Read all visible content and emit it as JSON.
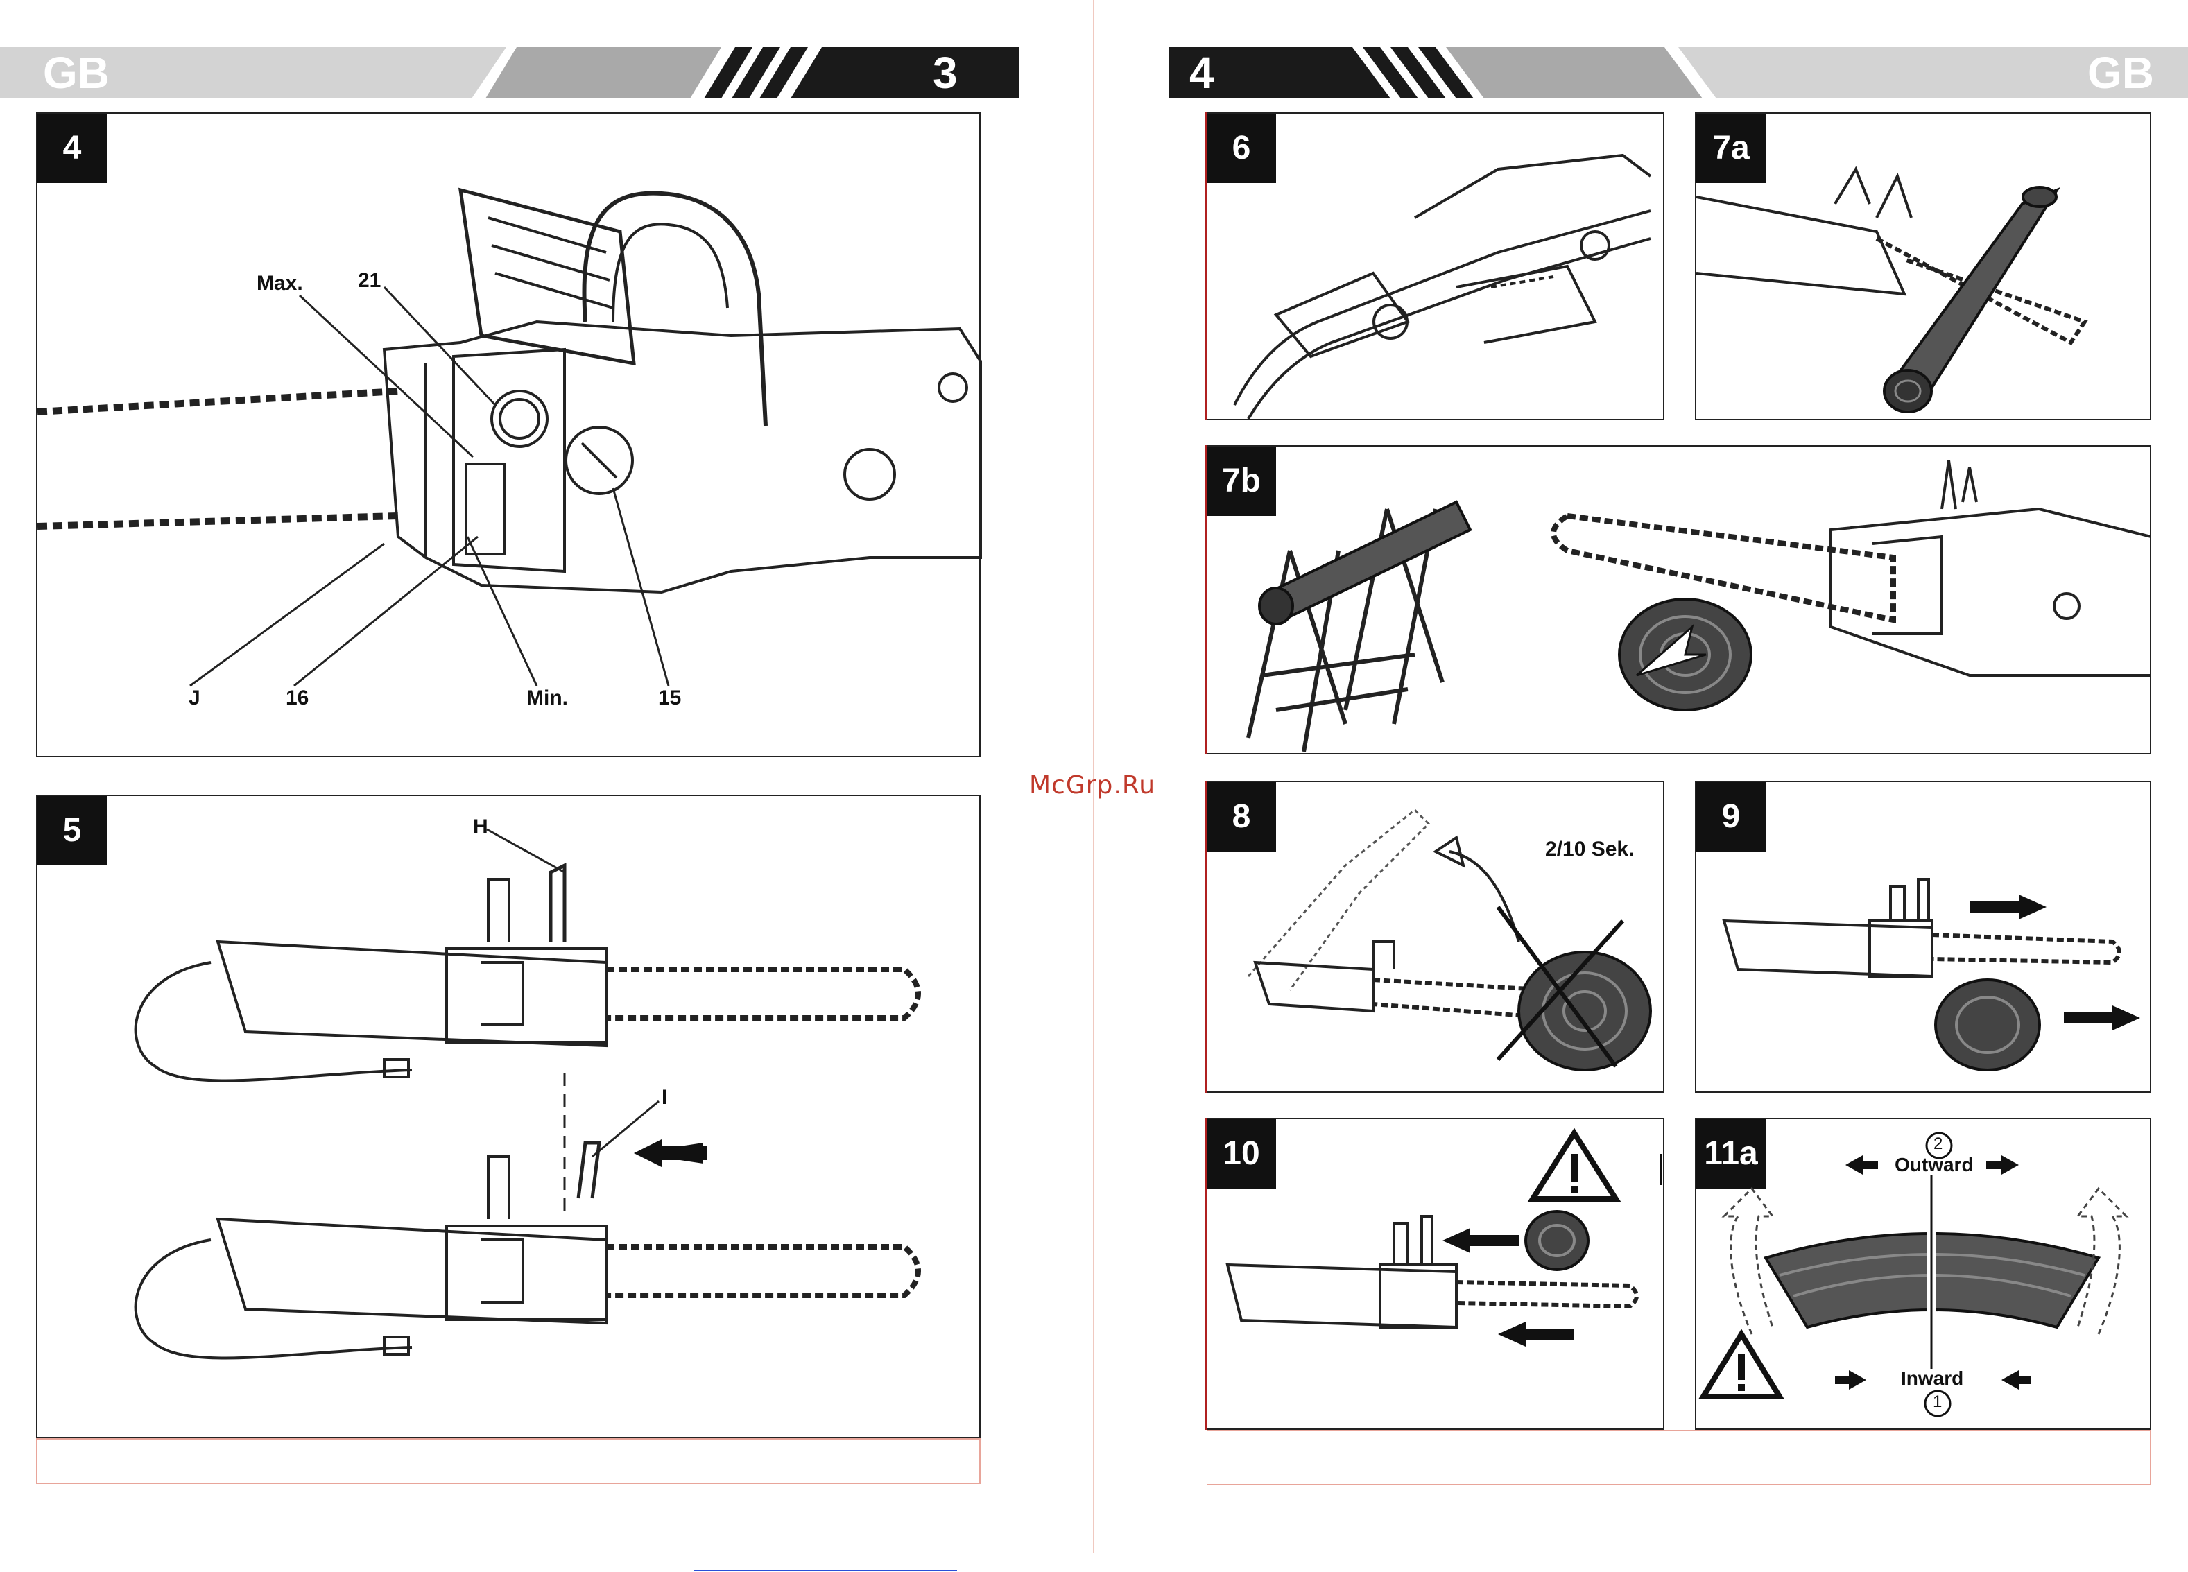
{
  "header_left": {
    "lang": "GB",
    "page_number": "3"
  },
  "header_right": {
    "page_number": "4",
    "lang": "GB"
  },
  "watermark": "McGrp.Ru",
  "figures": {
    "fig4": {
      "number": "4",
      "labels": {
        "max": "Max.",
        "n21": "21",
        "j": "J",
        "n16": "16",
        "min": "Min.",
        "n15": "15"
      }
    },
    "fig5": {
      "number": "5",
      "labels": {
        "h": "H",
        "i": "I"
      }
    },
    "fig6": {
      "number": "6"
    },
    "fig7a": {
      "number": "7a"
    },
    "fig7b": {
      "number": "7b"
    },
    "fig8": {
      "number": "8",
      "labels": {
        "time": "2/10 Sek."
      }
    },
    "fig9": {
      "number": "9"
    },
    "fig10": {
      "number": "10"
    },
    "fig11a": {
      "number": "11a",
      "labels": {
        "outward": "Outward",
        "inward": "Inward",
        "n2": "2",
        "n1": "1"
      }
    }
  },
  "icons": [
    "warning-icon",
    "arrow-icon",
    "chainsaw-drawing",
    "log-drawing",
    "sawhorse-drawing"
  ],
  "colors": {
    "header_grey": "#cfcfcf",
    "header_dark": "#1a1a1a",
    "accent_red": "#b02020",
    "watermark": "#c0392b"
  }
}
